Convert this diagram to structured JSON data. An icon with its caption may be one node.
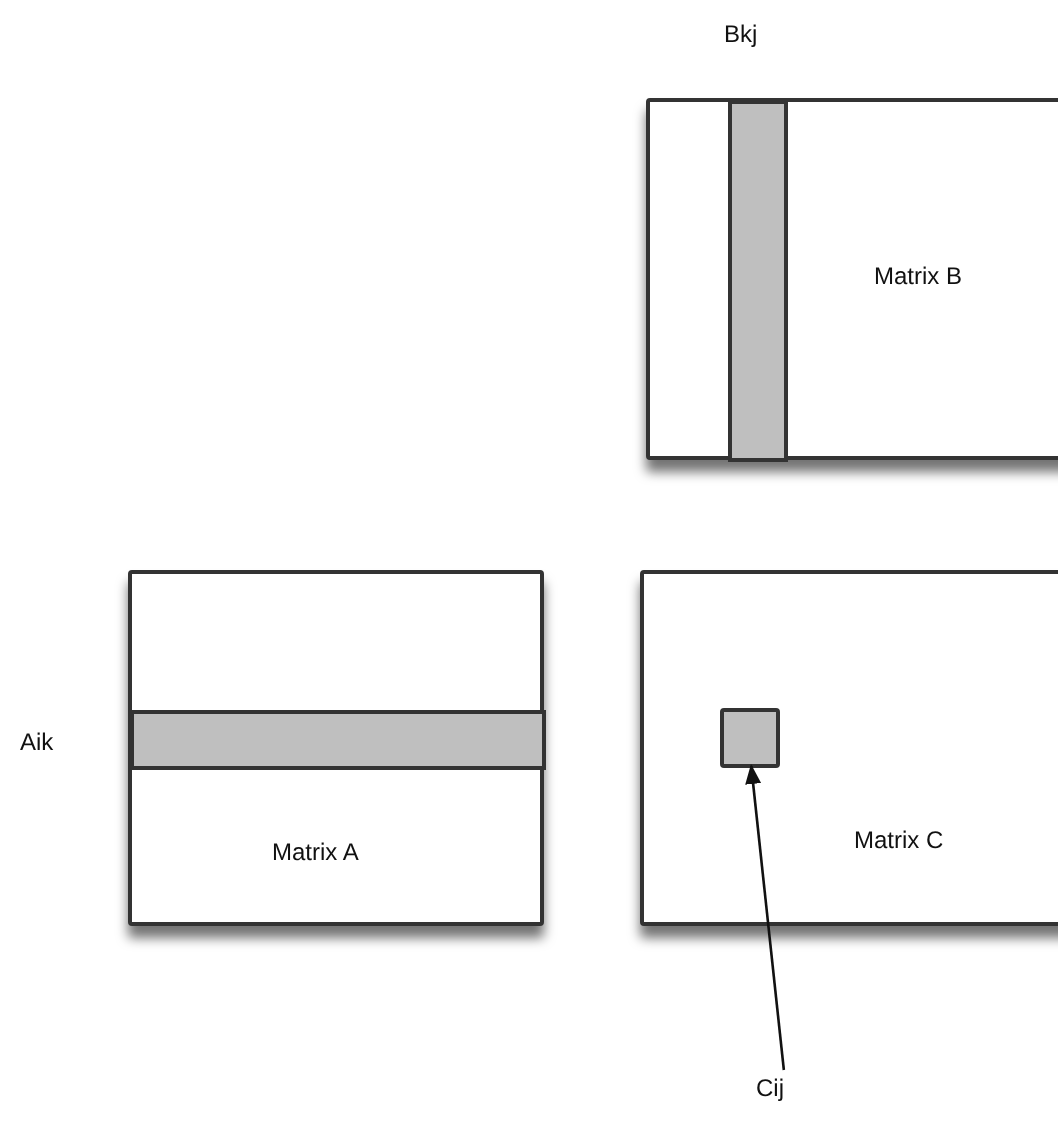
{
  "diagram": {
    "nodes": [
      {
        "text": [
          "Matrix B"
        ]
      },
      {
        "text": [],
        "shape": "bar",
        "in": 0,
        "beside": [
          "Bkj"
        ]
      },
      {
        "text": [
          "Matrix A"
        ]
      },
      {
        "text": [],
        "shape": "bar",
        "in": 2,
        "beside": [
          "Aik"
        ]
      },
      {
        "text": [
          "Matrix C"
        ]
      },
      {
        "text": [],
        "shape": "box",
        "in": 4
      },
      {
        "text": [
          "Cij"
        ]
      }
    ],
    "edges": [
      {
        "from": 6,
        "to": 5,
        "arrow": "to"
      }
    ]
  }
}
